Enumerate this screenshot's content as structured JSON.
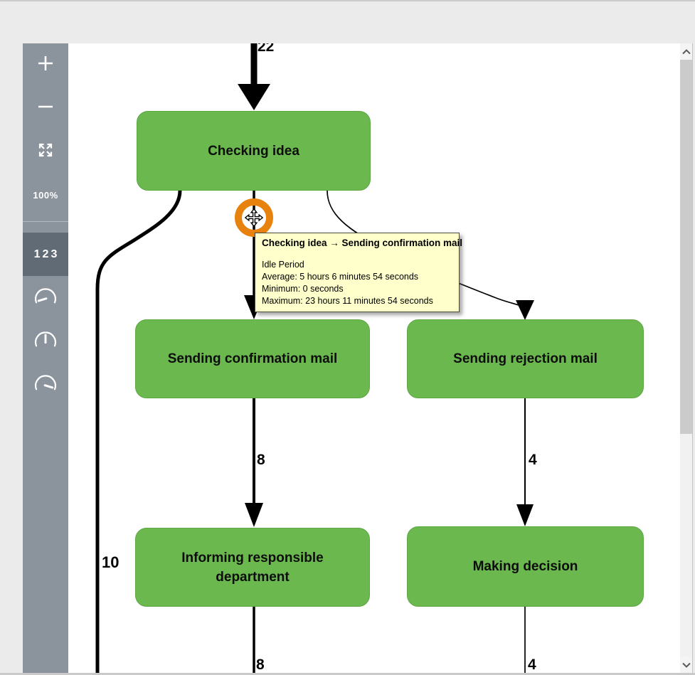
{
  "colors": {
    "background": "#ebebeb",
    "sidebar_bg": "#8b939d",
    "sidebar_active_bg": "#606b76",
    "node_green": "#6ab84e",
    "handle_orange": "#e8820e",
    "tooltip_bg": "#ffffcc",
    "edge_black": "#000000"
  },
  "sidebar": {
    "zoom_level": "100%",
    "frequency_label": "123",
    "icons": [
      "zoom-in-icon",
      "zoom-out-icon",
      "fit-screen-icon",
      "gauge-low-icon",
      "gauge-mid-icon",
      "gauge-high-icon"
    ]
  },
  "diagram": {
    "nodes": [
      {
        "label": "Checking idea"
      },
      {
        "label": "Sending confirmation mail"
      },
      {
        "label": "Sending rejection mail"
      },
      {
        "label": "Informing responsible department"
      },
      {
        "label": "Making decision"
      }
    ],
    "edge_labels": {
      "incoming": "22",
      "bypass": "10",
      "conf_to_inform": "8",
      "rej_to_making": "4",
      "inform_out": "8",
      "making_out": "4"
    }
  },
  "tooltip": {
    "title": "Checking idea → Sending confirmation mail",
    "lines": [
      "Idle Period",
      "Average: 5 hours 6 minutes 54 seconds",
      "Minimum: 0 seconds",
      "Maximum: 23 hours 11 minutes 54 seconds"
    ]
  }
}
